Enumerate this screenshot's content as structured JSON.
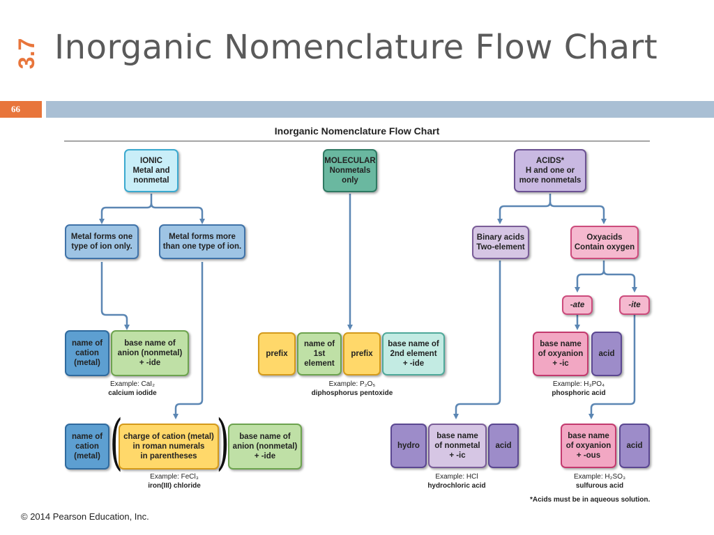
{
  "slide": {
    "section_number": "3.7",
    "title": "Inorganic Nomenclature Flow Chart",
    "page_number": "66",
    "footer": "© 2014 Pearson Education, Inc."
  },
  "figure": {
    "title": "Inorganic Nomenclature Flow Chart",
    "footnote": "*Acids must be in aqueous solution.",
    "ionic": {
      "header": "IONIC\nMetal and\nnonmetal",
      "one_type": "Metal forms one\ntype of ion only.",
      "more_types": "Metal forms more\nthan one type of ion.",
      "row1": {
        "cation": "name of\ncation\n(metal)",
        "anion": "base name of\nanion (nonmetal)\n+ -ide",
        "example_label": "Example: CaI₂",
        "example_name": "calcium iodide"
      },
      "row2": {
        "cation": "name of\ncation\n(metal)",
        "charge": "charge of cation (metal)\nin roman numerals\nin parentheses",
        "anion": "base name of\nanion (nonmetal)\n+ -ide",
        "example_label": "Example: FeCl₃",
        "example_name": "iron(III) chloride"
      }
    },
    "molecular": {
      "header": "MOLECULAR\nNonmetals\nonly",
      "prefix1": "prefix",
      "first": "name of\n1st\nelement",
      "prefix2": "prefix",
      "second": "base name of\n2nd element\n+ -ide",
      "example_label": "Example: P₂O₅",
      "example_name": "diphosphorus pentoxide"
    },
    "acids": {
      "header": "ACIDS*\nH and one or\nmore nonmetals",
      "binary": "Binary acids\nTwo-element",
      "oxy": "Oxyacids\nContain oxygen",
      "ate": "-ate",
      "ite": "-ite",
      "ic_base": "base name\nof oxyanion\n+ -ic",
      "ic_acid": "acid",
      "ic_example_label": "Example: H₃PO₄",
      "ic_example_name": "phosphoric acid",
      "hydro": "hydro",
      "nonmetal": "base name\nof nonmetal\n+ -ic",
      "hydro_acid": "acid",
      "hydro_example_label": "Example: HCl",
      "hydro_example_name": "hydrochloric acid",
      "ous_base": "base name\nof oxyanion\n+ -ous",
      "ous_acid": "acid",
      "ous_example_label": "Example: H₂SO₃",
      "ous_example_name": "sulfurous acid"
    }
  }
}
